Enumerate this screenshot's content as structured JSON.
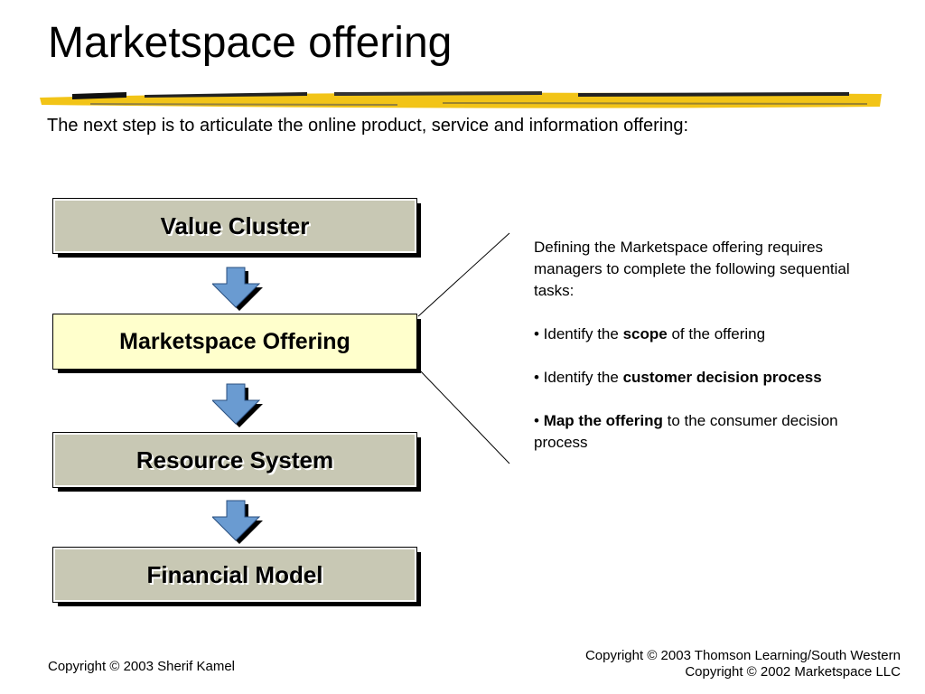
{
  "slide": {
    "title": "Marketspace offering",
    "subtitle": "The next step is to articulate the online product, service and information offering:"
  },
  "flow": {
    "steps": [
      {
        "label": "Value Cluster",
        "highlighted": false
      },
      {
        "label": "Marketspace Offering",
        "highlighted": true
      },
      {
        "label": "Resource System",
        "highlighted": false
      },
      {
        "label": "Financial Model",
        "highlighted": false
      }
    ]
  },
  "callout": {
    "intro": "Defining the Marketspace offering requires managers to complete the following sequential tasks:",
    "tasks": [
      {
        "prefix": "• Identify the ",
        "bold": "scope",
        "suffix": " of the offering"
      },
      {
        "prefix": "• Identify the ",
        "bold": "customer decision process",
        "suffix": ""
      },
      {
        "prefix": "• ",
        "bold": "Map the offering",
        "suffix": " to the consumer decision process"
      }
    ]
  },
  "footer": {
    "left": "Copyright © 2003 Sherif Kamel",
    "right_line1": "Copyright © 2003 Thomson Learning/South Western",
    "right_line2": "Copyright © 2002 Marketspace LLC"
  },
  "colors": {
    "box_fill": "#c8c8b4",
    "highlight_fill": "#ffffcc",
    "arrow_fill": "#6a9bd1",
    "brush_yellow": "#f2c417"
  }
}
